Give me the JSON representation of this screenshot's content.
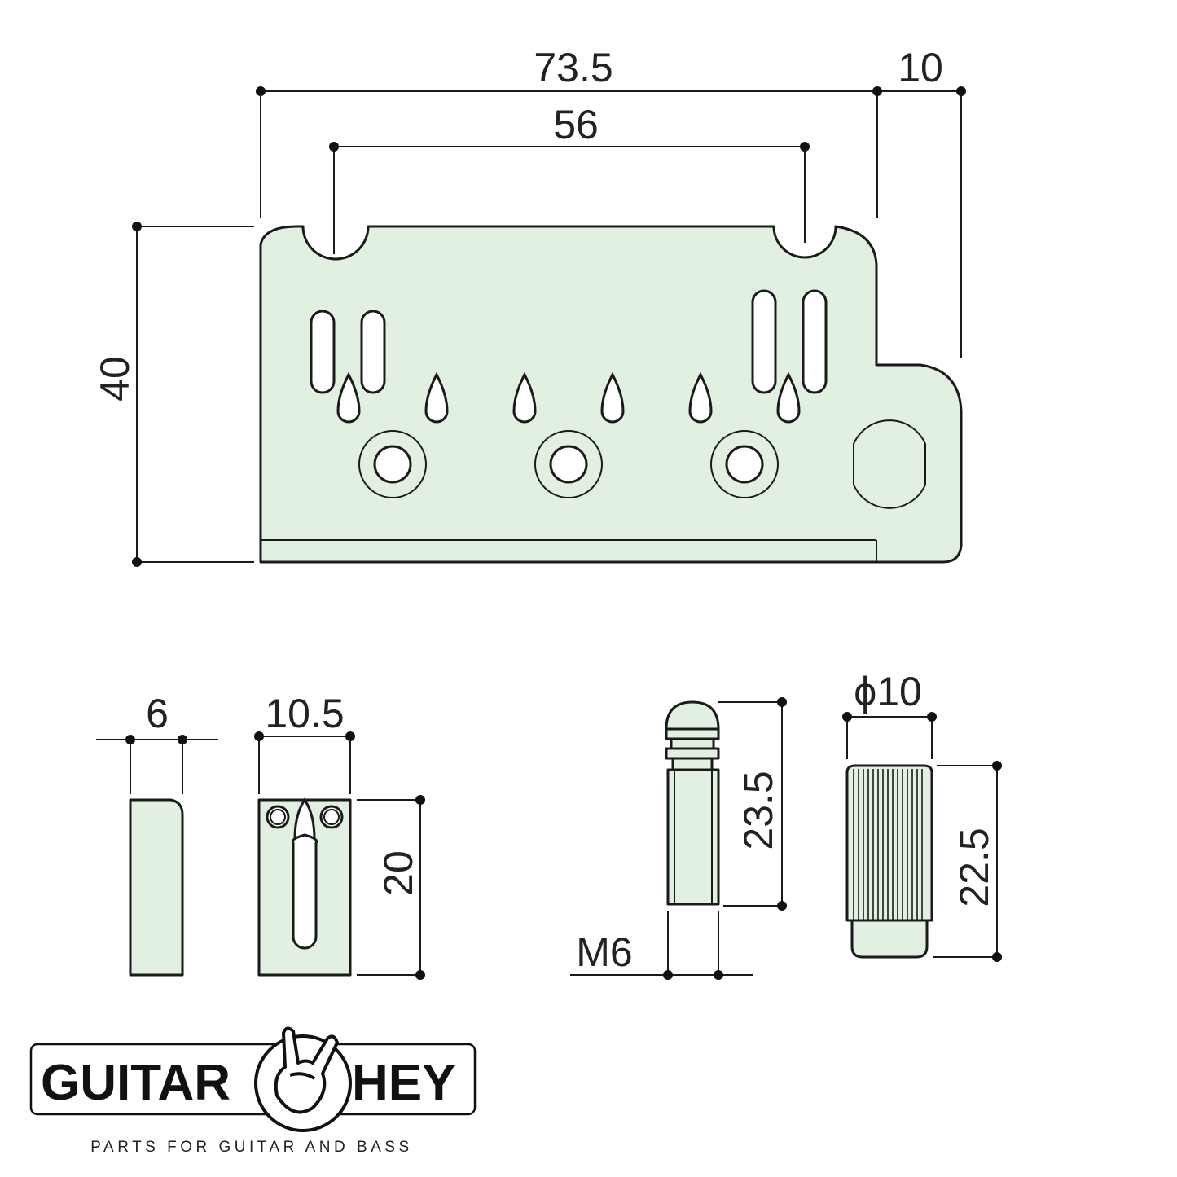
{
  "dimensions": {
    "width_overall": "73.5",
    "tail_offset": "10",
    "post_spacing": "56",
    "height_overall": "40",
    "saddle_thickness": "6",
    "saddle_width": "10.5",
    "saddle_height": "20",
    "stud_length": "23.5",
    "stud_thread": "M6",
    "bushing_diameter": "ϕ10",
    "bushing_length": "22.5"
  },
  "logo": {
    "left_word": "GUITAR",
    "right_word": "HEY",
    "tagline": "PARTS FOR GUITAR AND BASS",
    "hand_icon": "rock-hand-icon"
  },
  "colors": {
    "part_fill": "#e2f0e2",
    "outline": "#1a1a1a"
  }
}
